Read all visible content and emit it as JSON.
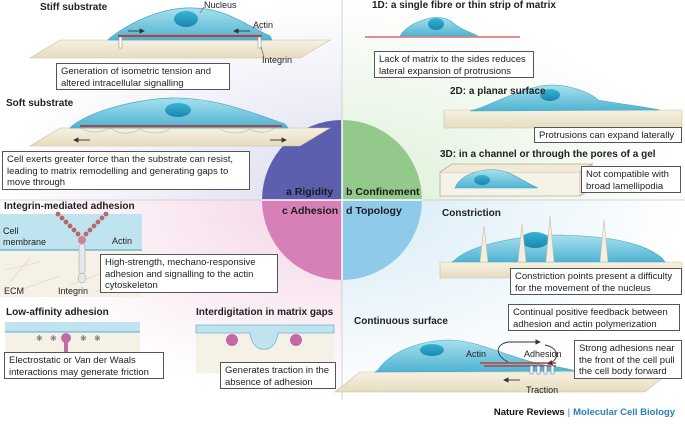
{
  "footer": {
    "publisher": "Nature Reviews",
    "separator": "|",
    "journal": "Molecular Cell Biology"
  },
  "quadrants": {
    "a": {
      "letter": "a",
      "title": "Rigidity"
    },
    "b": {
      "letter": "b",
      "title": "Confinement"
    },
    "c": {
      "letter": "c",
      "title": "Adhesion"
    },
    "d": {
      "letter": "d",
      "title": "Topology"
    }
  },
  "stiff": {
    "title": "Stiff substrate",
    "nucleus": "Nucleus",
    "actin": "Actin",
    "integrin": "Integrin",
    "caption": "Generation of isometric tension and altered intracellular signalling"
  },
  "soft": {
    "title": "Soft substrate",
    "caption": "Cell exerts greater force than the substrate can resist, leading to matrix remodelling and generating gaps to move through"
  },
  "oned": {
    "title": "1D: a single fibre or thin strip of matrix",
    "caption": "Lack of matrix to the sides reduces lateral expansion of protrusions"
  },
  "twod": {
    "title": "2D: a planar surface",
    "caption": "Protrusions can expand laterally"
  },
  "threed": {
    "title": "3D: in a channel or through the pores of a gel",
    "caption": "Not compatible with broad lamellipodia"
  },
  "integrin_adhesion": {
    "title": "Integrin-mediated adhesion",
    "cell_membrane": "Cell membrane",
    "actin": "Actin",
    "ecm": "ECM",
    "integrin": "Integrin",
    "caption": "High-strength, mechano-responsive adhesion and signalling to the actin cytoskeleton"
  },
  "low_affinity": {
    "title": "Low-affinity adhesion",
    "caption": "Electrostatic or Van der Waals interactions may generate friction"
  },
  "interdigitation": {
    "title": "Interdigitation in matrix gaps",
    "caption": "Generates traction in the absence of adhesion"
  },
  "constriction": {
    "title": "Constriction",
    "caption": "Constriction points present a difficulty for the movement of the nucleus"
  },
  "continuous": {
    "title": "Continuous surface",
    "feedback": "Continual positive feedback between adhesion and actin polymerization",
    "actin": "Actin",
    "adhesion": "Adhesion",
    "traction": "Traction",
    "caption": "Strong adhesions near the front of the cell pull the cell body forward"
  },
  "colors": {
    "cell": "#7ecfe3",
    "cell_edge": "#4aa8c6",
    "nucleus": "#2aa0c4",
    "substrate": "#f1ebd8",
    "actin": "#b3433f",
    "rigidity_quadrant": "#5b5fae",
    "confinement_quadrant": "#93c98a",
    "adhesion_quadrant": "#d77fb7",
    "topology_quadrant": "#8fcbe8"
  }
}
